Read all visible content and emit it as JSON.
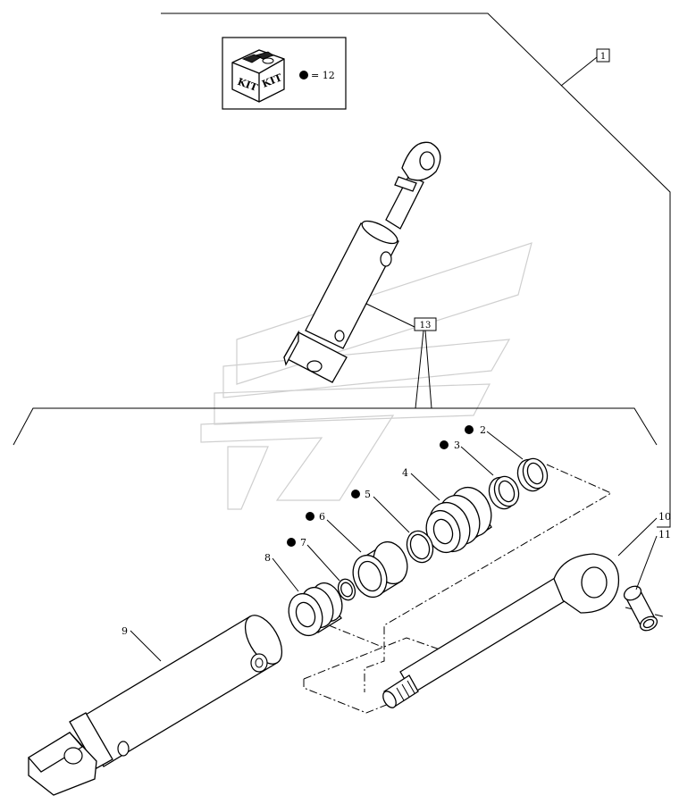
{
  "kit_legend": {
    "icon": "kit-box-icon",
    "kit_text_1": "KIT",
    "kit_text_2": "KIT",
    "equals_text": "= 12"
  },
  "callouts": {
    "c1": "1",
    "c2": "2",
    "c3": "3",
    "c4": "4",
    "c5": "5",
    "c6": "6",
    "c7": "7",
    "c8": "8",
    "c9": "9",
    "c10": "10",
    "c11": "11",
    "c13": "13"
  },
  "colors": {
    "line": "#000000",
    "watermark": "#cfcfcf",
    "background": "#ffffff"
  }
}
